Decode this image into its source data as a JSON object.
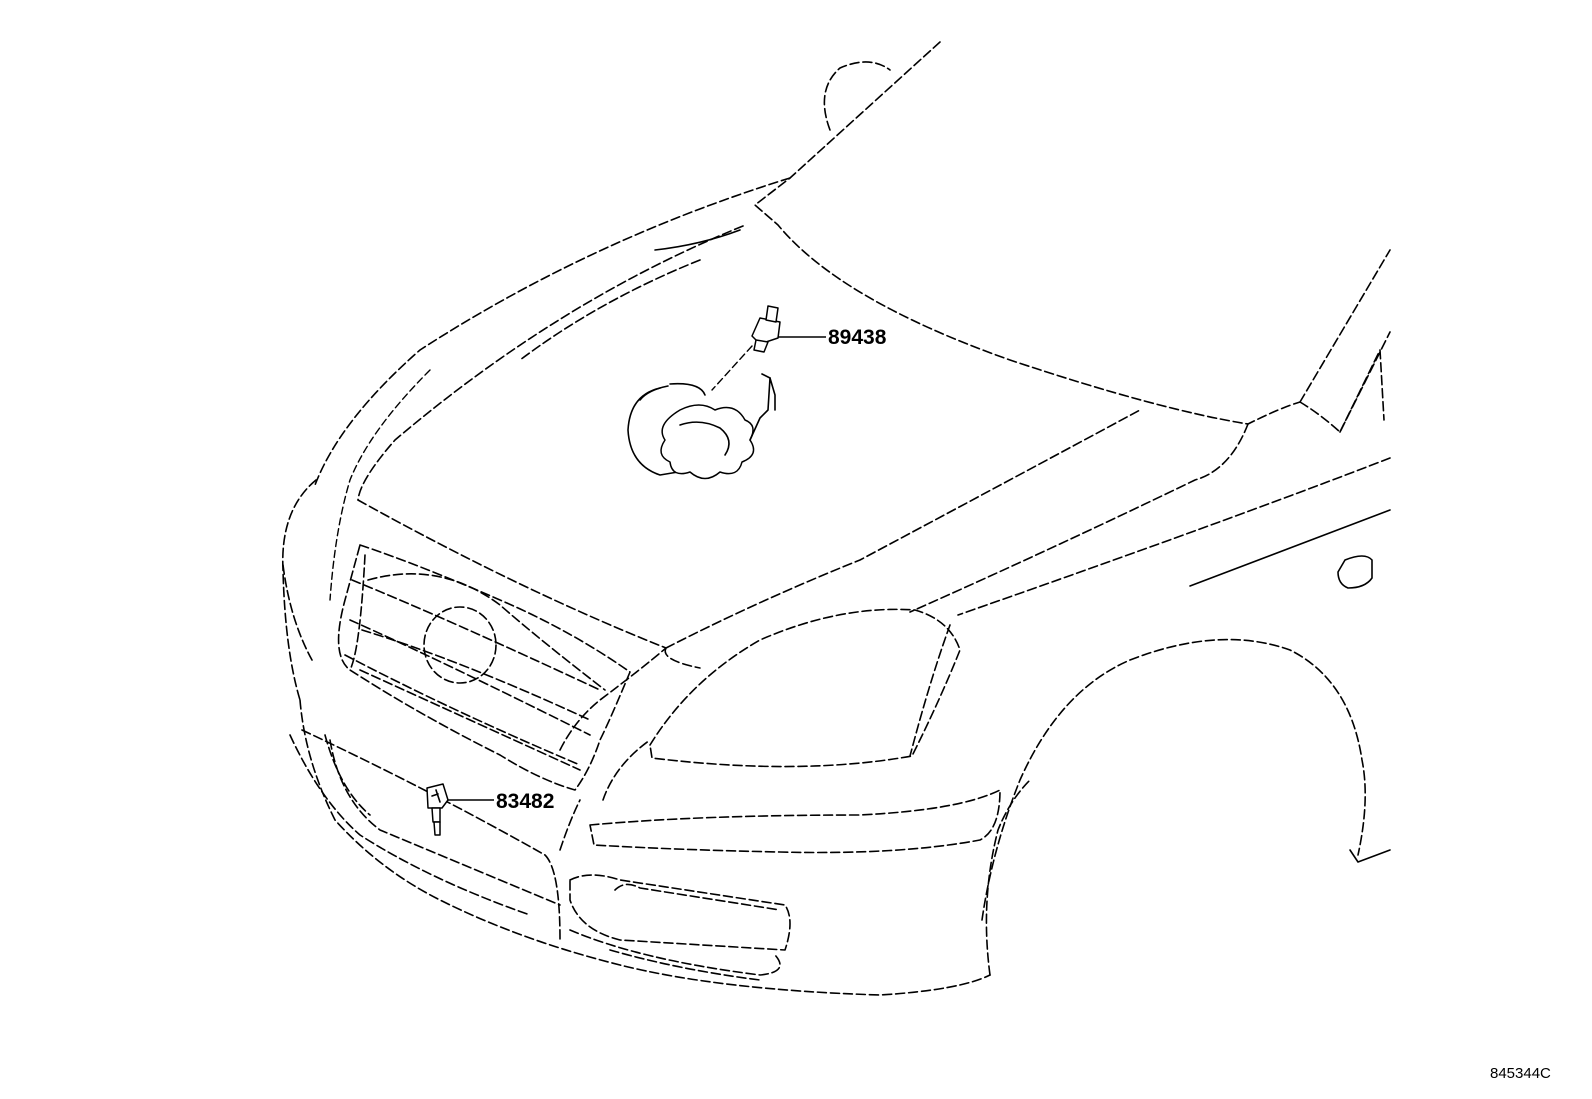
{
  "callouts": [
    {
      "number": "89438",
      "part": "sensor-top"
    },
    {
      "number": "83482",
      "part": "sensor-bottom"
    }
  ],
  "illustration_code": "845344C"
}
